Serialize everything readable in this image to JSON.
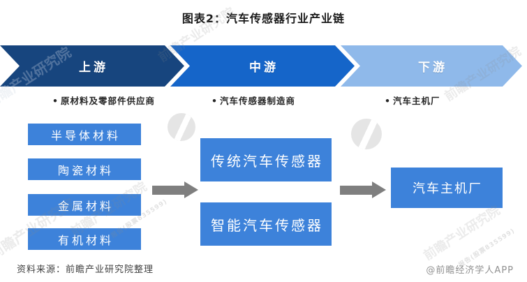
{
  "title": "图表2：汽车传感器行业产业链",
  "colors": {
    "upstream": "#17457e",
    "midstream": "#1565c9",
    "downstream": "#8fb9ea",
    "box_blue": "#3d82da",
    "arrow_gray": "#7f7f7f"
  },
  "banner": {
    "segments": [
      {
        "id": "upstream",
        "label": "上游",
        "color": "#17457e"
      },
      {
        "id": "midstream",
        "label": "中游",
        "color": "#1565c9"
      },
      {
        "id": "downstream",
        "label": "下游",
        "color": "#8fb9ea"
      }
    ]
  },
  "roles": [
    {
      "label": "原材料及零部件供应商"
    },
    {
      "label": "汽车传感器制造商"
    },
    {
      "label": "汽车主机厂"
    }
  ],
  "upstream": {
    "boxes": [
      "半导体材料",
      "陶瓷材料",
      "金属材料",
      "有机材料"
    ]
  },
  "midstream": {
    "boxes": [
      "传统汽车传感器",
      "智能汽车传感器"
    ]
  },
  "downstream": {
    "box": "汽车主机厂"
  },
  "footer": {
    "source": "资料来源：前瞻产业研究院整理",
    "credit": "@前瞻经济学人APP"
  },
  "watermark": {
    "brand": "前瞻产业研究院",
    "stock": "报告(股票835599)"
  }
}
